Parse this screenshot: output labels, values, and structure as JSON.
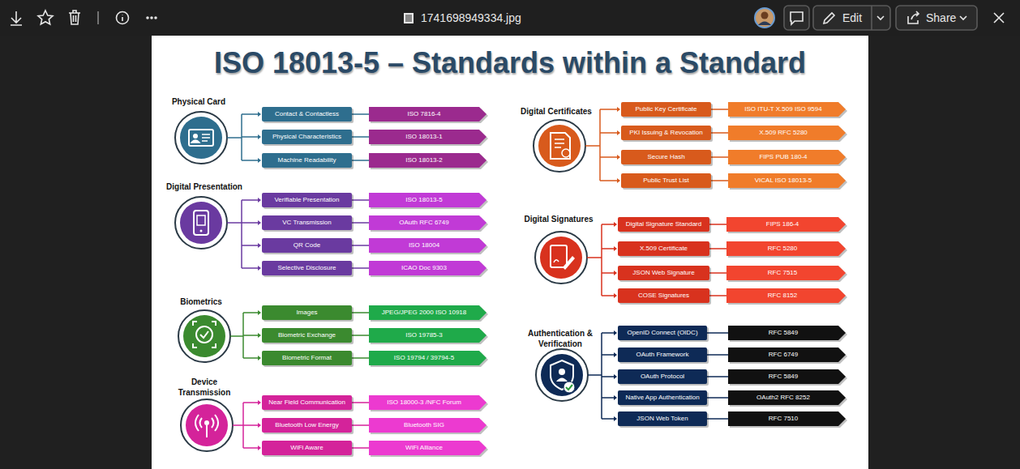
{
  "diagram": {
    "title": "ISO 18013-5 – Standards within a Standard",
    "nodes": [
      {
        "text": [
          "Contact & Contactless"
        ]
      },
      {
        "text": [
          "ISO 7816-4"
        ]
      },
      {
        "text": [
          "Physical Characteristics"
        ]
      },
      {
        "text": [
          "ISO 18013-1"
        ]
      },
      {
        "text": [
          "Machine Readability"
        ]
      },
      {
        "text": [
          "ISO 18013-2"
        ]
      },
      {
        "text": [
          "Verifiable Presentation"
        ]
      },
      {
        "text": [
          "ISO 18013-5"
        ]
      },
      {
        "text": [
          "VC Transmission"
        ]
      },
      {
        "text": [
          "OAuth RFC 6749"
        ]
      },
      {
        "text": [
          "QR Code"
        ]
      },
      {
        "text": [
          "ISO 18004"
        ]
      },
      {
        "text": [
          "Selective Disclosure"
        ]
      },
      {
        "text": [
          "ICAO Doc 9303"
        ]
      },
      {
        "text": [
          "Images"
        ]
      },
      {
        "text": [
          "JPEG/JPEG 2000 ISO 10918"
        ]
      },
      {
        "text": [
          "Biometric Exchange"
        ]
      },
      {
        "text": [
          "ISO 19785-3"
        ]
      },
      {
        "text": [
          "Biometric Format"
        ]
      },
      {
        "text": [
          "ISO 19794 / 39794-5"
        ]
      },
      {
        "text": [
          "Near Field Communication"
        ]
      },
      {
        "text": [
          "ISO 18000-3 /NFC Forum"
        ]
      },
      {
        "text": [
          "Bluetooth Low Energy"
        ]
      },
      {
        "text": [
          "Bluetooth SIG"
        ]
      },
      {
        "text": [
          "WiFi Aware"
        ]
      },
      {
        "text": [
          "WiFi Alliance"
        ]
      },
      {
        "text": [
          "Public Key Certificate"
        ]
      },
      {
        "text": [
          "ISO ITU-T X.509 ISO 9594"
        ]
      },
      {
        "text": [
          "PKI Issuing & Revocation"
        ]
      },
      {
        "text": [
          "X.509 RFC 5280"
        ]
      },
      {
        "text": [
          "Secure Hash"
        ]
      },
      {
        "text": [
          "FIPS PUB 180-4"
        ]
      },
      {
        "text": [
          "Public Trust List"
        ]
      },
      {
        "text": [
          "VICAL ISO 18013-5"
        ]
      },
      {
        "text": [
          "Digital Signature Standard"
        ]
      },
      {
        "text": [
          "FIPS 186-4"
        ]
      },
      {
        "text": [
          "X.509 Certificate"
        ]
      },
      {
        "text": [
          "RFC 5280"
        ]
      },
      {
        "text": [
          "JSON Web Signature"
        ]
      },
      {
        "text": [
          "RFC 7515"
        ]
      },
      {
        "text": [
          "COSE Signatures"
        ]
      },
      {
        "text": [
          "RFC 8152"
        ]
      },
      {
        "text": [
          "OpenID Connect (OIDC)"
        ]
      },
      {
        "text": [
          "RFC 5849"
        ]
      },
      {
        "text": [
          "OAuth Framework"
        ]
      },
      {
        "text": [
          "RFC 6749"
        ]
      },
      {
        "text": [
          "OAuth Protocol"
        ]
      },
      {
        "text": [
          "RFC 5849"
        ]
      },
      {
        "text": [
          "Native App Authentication"
        ]
      },
      {
        "text": [
          "OAuth2 RFC 8252"
        ]
      },
      {
        "text": [
          "JSON Web Token"
        ]
      },
      {
        "text": [
          "RFC 7510"
        ]
      }
    ],
    "edges": [
      {
        "from": 0,
        "to": 1,
        "arrow": "none"
      },
      {
        "from": 2,
        "to": 3,
        "arrow": "none"
      },
      {
        "from": 4,
        "to": 5,
        "arrow": "none"
      },
      {
        "from": 6,
        "to": 7,
        "arrow": "none"
      },
      {
        "from": 8,
        "to": 9,
        "arrow": "none"
      },
      {
        "from": 10,
        "to": 11,
        "arrow": "none"
      },
      {
        "from": 12,
        "to": 13,
        "arrow": "none"
      },
      {
        "from": 14,
        "to": 15,
        "arrow": "none"
      },
      {
        "from": 16,
        "to": 17,
        "arrow": "none"
      },
      {
        "from": 18,
        "to": 19,
        "arrow": "none"
      },
      {
        "from": 20,
        "to": 21,
        "arrow": "none"
      },
      {
        "from": 22,
        "to": 23,
        "arrow": "none"
      },
      {
        "from": 24,
        "to": 25,
        "arrow": "none"
      },
      {
        "from": 26,
        "to": 27,
        "arrow": "none"
      },
      {
        "from": 28,
        "to": 29,
        "arrow": "none"
      },
      {
        "from": 30,
        "to": 31,
        "arrow": "none"
      },
      {
        "from": 32,
        "to": 33,
        "arrow": "none"
      },
      {
        "from": 34,
        "to": 35,
        "arrow": "none"
      },
      {
        "from": 36,
        "to": 37,
        "arrow": "none"
      },
      {
        "from": 38,
        "to": 39,
        "arrow": "none"
      },
      {
        "from": 40,
        "to": 41,
        "arrow": "none"
      },
      {
        "from": 42,
        "to": 43,
        "arrow": "none"
      },
      {
        "from": 44,
        "to": 45,
        "arrow": "none"
      },
      {
        "from": 46,
        "to": 47,
        "arrow": "none"
      },
      {
        "from": 48,
        "to": 49,
        "arrow": "none"
      },
      {
        "from": 50,
        "to": 51,
        "arrow": "none"
      }
    ],
    "labels": [
      "1741698949334.jpg",
      "Edit",
      "Share",
      "Physical Card",
      "Digital Presentation",
      "Biometrics",
      "Device Transmission",
      "Digital Certificates",
      "Digital Signatures",
      "Authentication & Verification"
    ]
  }
}
